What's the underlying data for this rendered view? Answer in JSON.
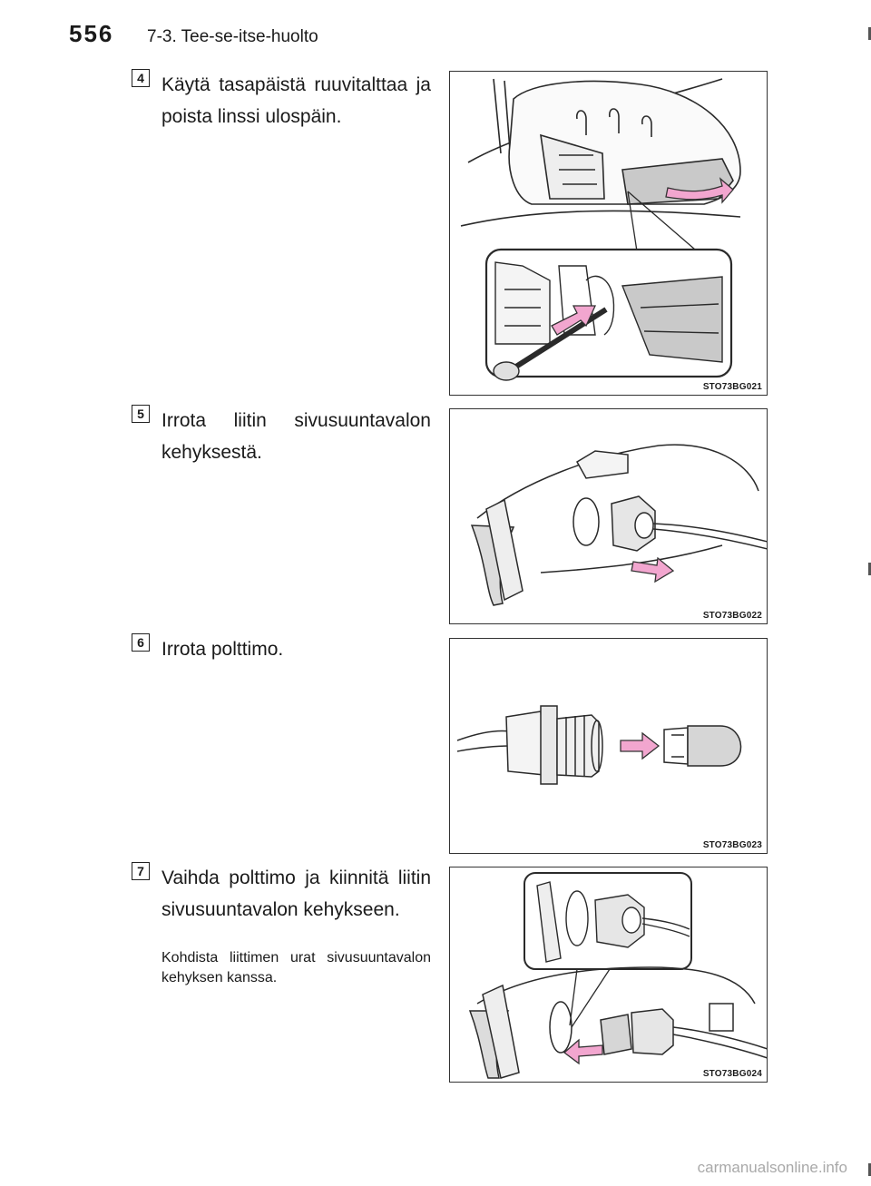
{
  "header": {
    "page_number": "556",
    "section": "7-3. Tee-se-itse-huolto"
  },
  "steps": [
    {
      "number": "4",
      "text": "Käytä tasapäistä ruuvitalttaa ja poista linssi ulospäin.",
      "figure_code": "STO73BG021"
    },
    {
      "number": "5",
      "text": "Irrota liitin sivusuuntavalon kehyksestä.",
      "figure_code": "STO73BG022"
    },
    {
      "number": "6",
      "text": "Irrota polttimo.",
      "figure_code": "STO73BG023"
    },
    {
      "number": "7",
      "text": "Vaihda polttimo ja kiinnitä liitin sivusuuntavalon kehykseen.",
      "note": "Kohdista liittimen urat sivusuuntavalon kehyksen kanssa.",
      "figure_code": "STO73BG024"
    }
  ],
  "colors": {
    "arrow": "#f2a6cf",
    "arrow_stroke": "#333333",
    "lens": "#dcdcdc",
    "line": "#2a2a2a"
  },
  "footer": {
    "watermark": "carmanualsonline.info"
  }
}
